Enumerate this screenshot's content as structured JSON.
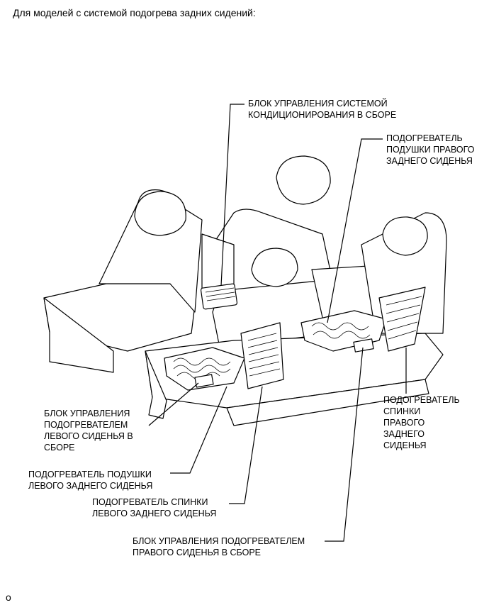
{
  "heading": "Для моделей с системой подогрева задних сидений:",
  "labels": {
    "ac_unit": "БЛОК УПРАВЛЕНИЯ СИСТЕМОЙ\nКОНДИЦИОНИРОВАНИЯ В СБОРЕ",
    "right_cushion_heater": "ПОДОГРЕВАТЕЛЬ\nПОДУШКИ ПРАВОГО\nЗАДНЕГО СИДЕНЬЯ",
    "right_back_heater": "ПОДОГРЕВАТЕЛЬ\nСПИНКИ\nПРАВОГО\nЗАДНЕГО\nСИДЕНЬЯ",
    "left_heater_control": "БЛОК УПРАВЛЕНИЯ\nПОДОГРЕВАТЕЛЕМ\nЛЕВОГО СИДЕНЬЯ В\nСБОРЕ",
    "left_cushion_heater": "ПОДОГРЕВАТЕЛЬ ПОДУШКИ\nЛЕВОГО ЗАДНЕГО СИДЕНЬЯ",
    "left_back_heater": "ПОДОГРЕВАТЕЛЬ СПИНКИ\nЛЕВОГО ЗАДНЕГО СИДЕНЬЯ",
    "right_heater_control": "БЛОК УПРАВЛЕНИЯ ПОДОГРЕВАТЕЛЕМ\nПРАВОГО СИДЕНЬЯ В СБОРЕ"
  },
  "corner_mark": "o"
}
